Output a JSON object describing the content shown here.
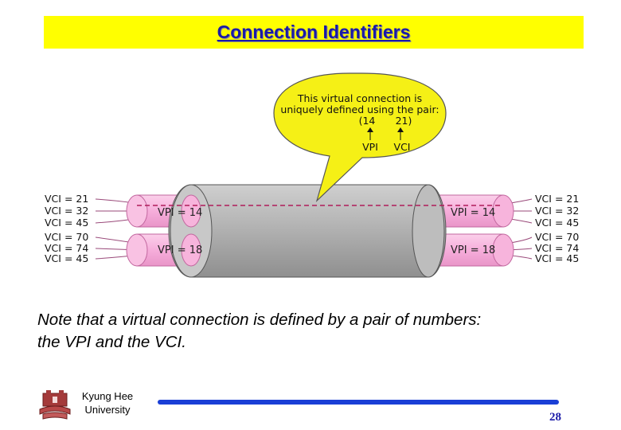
{
  "slide": {
    "title": "Connection Identifiers",
    "note_line1": "Note that a virtual connection is defined by a pair of numbers:",
    "note_line2": "the VPI and the VCI.",
    "university_line1": "Kyung Hee",
    "university_line2": "University",
    "page_number": "28"
  },
  "diagram": {
    "callout_line1": "This virtual connection is",
    "callout_line2": "uniquely defined using the pair:",
    "pair_open": "(14",
    "pair_close": "21)",
    "vpi_label": "VPI",
    "vci_label": "VCI",
    "path_top_label": "VPI = 14",
    "path_bottom_label": "VPI = 18",
    "vci_left": [
      "VCI = 21",
      "VCI = 32",
      "VCI = 45",
      "VCI = 70",
      "VCI = 74",
      "VCI = 45"
    ],
    "vci_right": [
      "VCI = 21",
      "VCI = 32",
      "VCI = 45",
      "VCI = 70",
      "VCI = 74",
      "VCI = 45"
    ],
    "colors": {
      "callout": "#f5f016",
      "path": "#f7b4dc",
      "pipe": "#a8a8a8",
      "title_bg": "#ffff00",
      "footer_line": "#1a3fd6"
    }
  }
}
